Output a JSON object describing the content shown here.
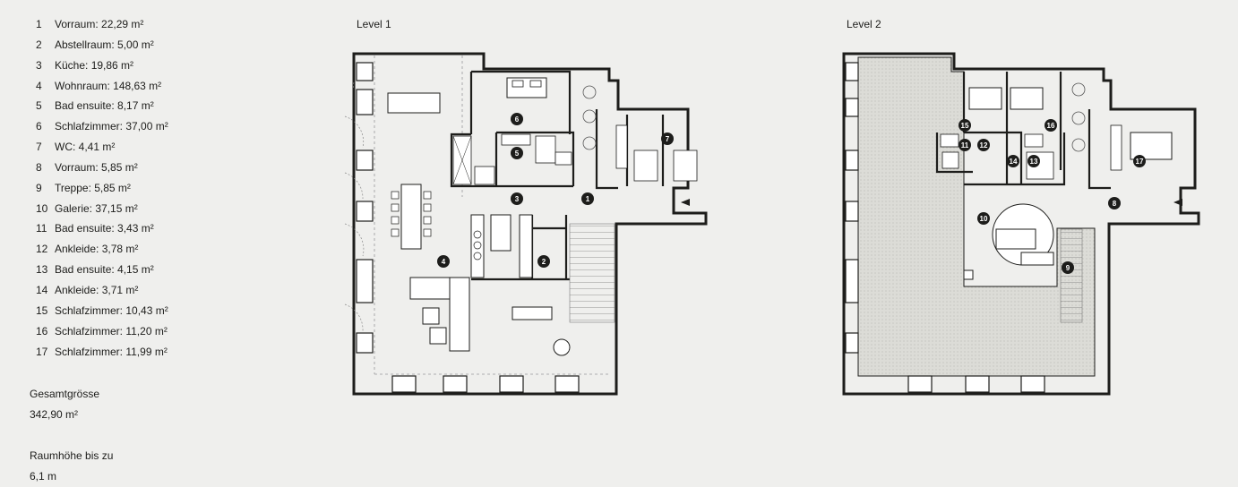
{
  "rooms": [
    {
      "num": "1",
      "label": "Vorraum: 22,29 m²"
    },
    {
      "num": "2",
      "label": "Abstellraum: 5,00 m²"
    },
    {
      "num": "3",
      "label": "Küche: 19,86 m²"
    },
    {
      "num": "4",
      "label": "Wohnraum: 148,63 m²"
    },
    {
      "num": "5",
      "label": "Bad ensuite: 8,17 m²"
    },
    {
      "num": "6",
      "label": "Schlafzimmer: 37,00 m²"
    },
    {
      "num": "7",
      "label": "WC: 4,41 m²"
    },
    {
      "num": "8",
      "label": "Vorraum: 5,85 m²"
    },
    {
      "num": "9",
      "label": "Treppe: 5,85 m²"
    },
    {
      "num": "10",
      "label": "Galerie: 37,15 m²"
    },
    {
      "num": "11",
      "label": "Bad ensuite: 3,43 m²"
    },
    {
      "num": "12",
      "label": "Ankleide: 3,78 m²"
    },
    {
      "num": "13",
      "label": "Bad ensuite: 4,15 m²"
    },
    {
      "num": "14",
      "label": "Ankleide: 3,71 m²"
    },
    {
      "num": "15",
      "label": "Schlafzimmer: 10,43 m²"
    },
    {
      "num": "16",
      "label": "Schlafzimmer: 11,20 m²"
    },
    {
      "num": "17",
      "label": "Schlafzimmer: 11,99 m²"
    }
  ],
  "summary": {
    "total_label": "Gesamtgrösse",
    "total_value": "342,90 m²",
    "height_label": "Raumhöhe bis zu",
    "height_value": "6,1 m"
  },
  "levels": {
    "level1": {
      "title": "Level 1",
      "badges": [
        "1",
        "2",
        "3",
        "4",
        "5",
        "6",
        "7"
      ]
    },
    "level2": {
      "title": "Level 2",
      "badges": [
        "8",
        "9",
        "10",
        "11",
        "12",
        "13",
        "14",
        "15",
        "16",
        "17"
      ]
    }
  },
  "colors": {
    "background": "#efefed",
    "wall": "#1d1d1b",
    "gallery_fill": "#d9d9d4",
    "badge": "#1d1d1b"
  }
}
